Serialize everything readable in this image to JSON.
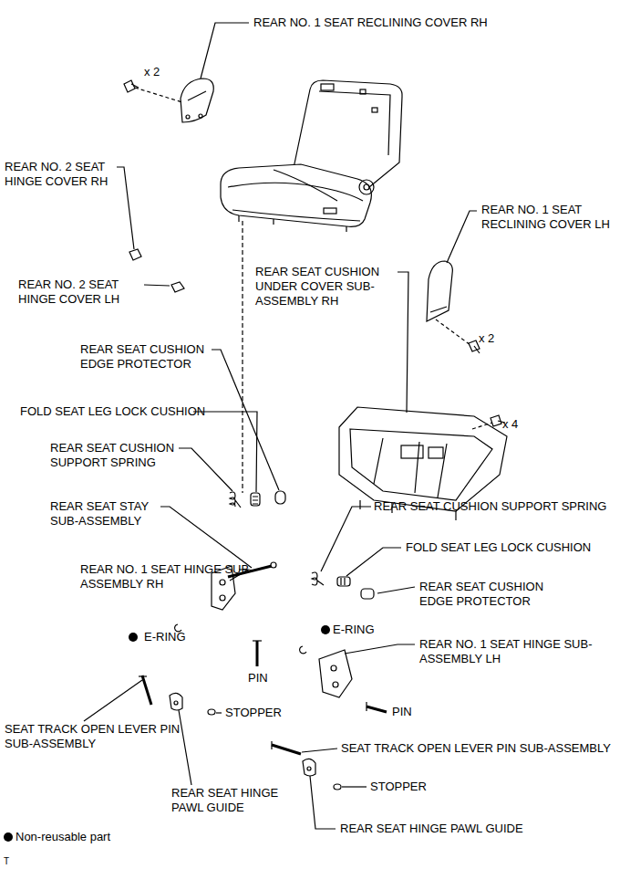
{
  "diagram": {
    "labels": [
      "REAR NO. 1 SEAT RECLINING COVER RH",
      "x 2",
      "REAR NO. 2 SEAT HINGE COVER RH",
      "REAR NO. 1 SEAT RECLINING COVER LH",
      "REAR SEAT CUSHION UNDER COVER SUB-ASSEMBLY RH",
      "REAR NO. 2 SEAT HINGE COVER LH",
      "x 2",
      "x 4",
      "REAR SEAT CUSHION EDGE PROTECTOR",
      "FOLD SEAT LEG LOCK CUSHION",
      "REAR SEAT CUSHION SUPPORT SPRING",
      "REAR SEAT STAY SUB-ASSEMBLY",
      "REAR SEAT CUSHION SUPPORT SPRING",
      "FOLD SEAT LEG LOCK CUSHION",
      "REAR SEAT CUSHION EDGE PROTECTOR",
      "REAR NO. 1 SEAT HINGE SUB-ASSEMBLY RH",
      "E-RING",
      "E-RING",
      "REAR NO. 1 SEAT HINGE SUB-ASSEMBLY LH",
      "PIN",
      "PIN",
      "STOPPER",
      "SEAT TRACK OPEN LEVER PIN SUB-ASSEMBLY",
      "SEAT TRACK OPEN LEVER PIN SUB-ASSEMBLY",
      "STOPPER",
      "REAR SEAT HINGE PAWL GUIDE",
      "REAR SEAT HINGE PAWL GUIDE",
      "T"
    ],
    "legend": [
      {
        "text": "Non-reusable part"
      }
    ]
  }
}
